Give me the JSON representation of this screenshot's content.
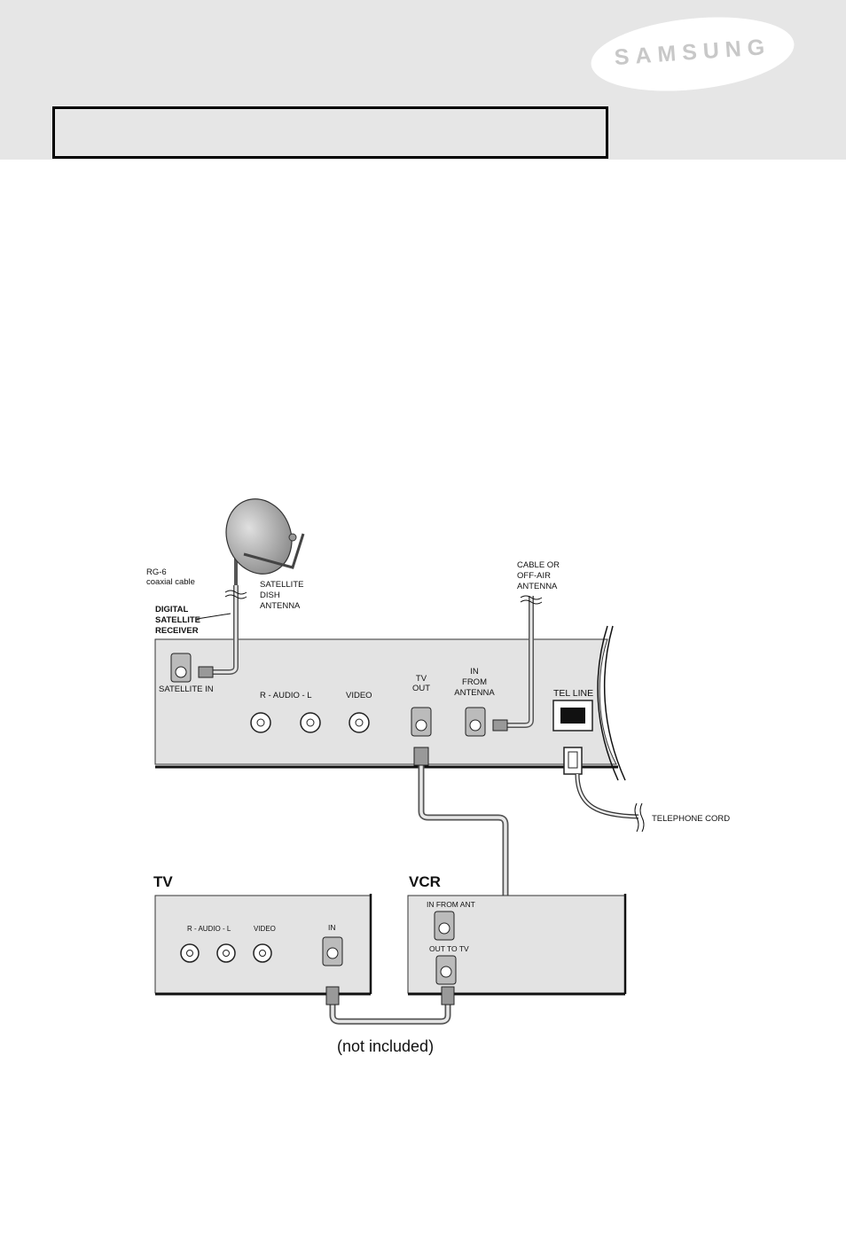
{
  "brand": {
    "logo_text": "SAMSUNG"
  },
  "diagram": {
    "labels": {
      "rg6_cable_line1": "RG-6",
      "rg6_cable_line2": "coaxial cable",
      "satellite_dish_line1": "SATELLITE",
      "satellite_dish_line2": "DISH",
      "satellite_dish_line3": "ANTENNA",
      "receiver_line1": "DIGITAL",
      "receiver_line2": "SATELLITE",
      "receiver_line3": "RECEIVER",
      "satellite_in": "SATELLITE IN",
      "audio_rl": "R - AUDIO - L",
      "video": "VIDEO",
      "tv_out_line1": "TV",
      "tv_out_line2": "OUT",
      "in_from_antenna_line1": "IN",
      "in_from_antenna_line2": "FROM",
      "in_from_antenna_line3": "ANTENNA",
      "tel_line": "TEL LINE",
      "cable_antenna_line1": "CABLE OR",
      "cable_antenna_line2": "OFF-AIR",
      "cable_antenna_line3": "ANTENNA",
      "telephone_cord": "TELEPHONE CORD",
      "tv_heading": "TV",
      "vcr_heading": "VCR",
      "tv_audio_rl": "R - AUDIO - L",
      "tv_video": "VIDEO",
      "tv_in": "IN",
      "vcr_in_from_ant": "IN FROM  ANT",
      "vcr_out_to_tv": "OUT TO TV",
      "not_included": "(not included)"
    }
  }
}
